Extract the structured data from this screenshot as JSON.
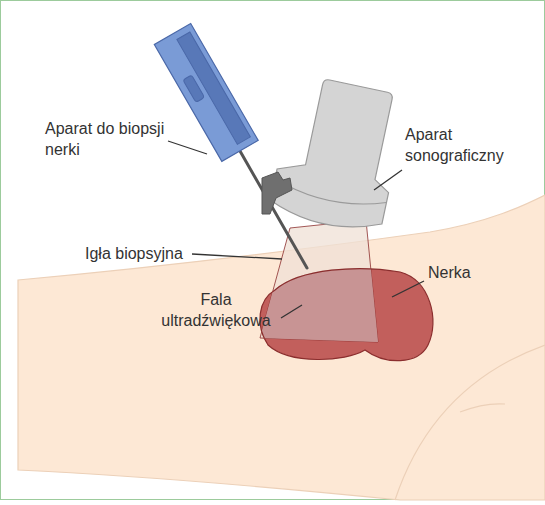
{
  "diagram": {
    "labels": [
      "Aparat do biopsji nerki",
      "Aparat sonograficzny",
      "Igła biopsyjna",
      "Nerka",
      "Fala ultradźwiękowa"
    ]
  }
}
